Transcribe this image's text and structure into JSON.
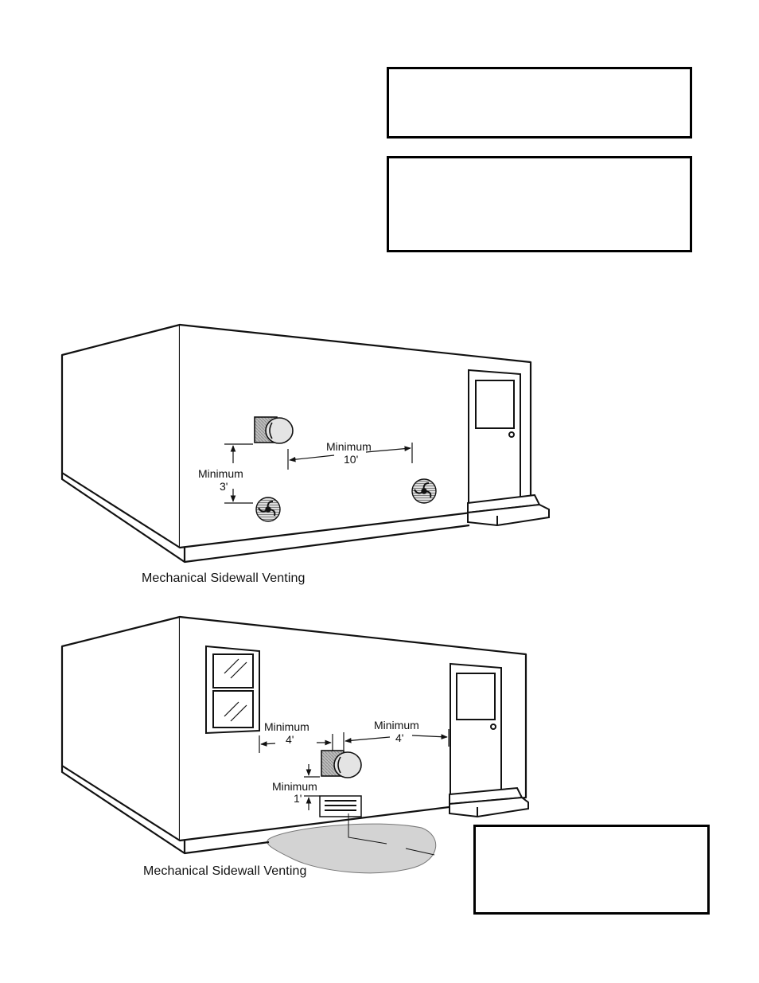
{
  "figure1": {
    "caption": "Mechanical Sidewall Venting",
    "dim_vertical": {
      "label": "Minimum",
      "value": "3'"
    },
    "dim_horizontal": {
      "label": "Minimum",
      "value": "10'"
    }
  },
  "figure2": {
    "caption": "Mechanical Sidewall Venting",
    "dim_window": {
      "label": "Minimum",
      "value": "4'"
    },
    "dim_door": {
      "label": "Minimum",
      "value": "4'"
    },
    "dim_vent": {
      "label": "Minimum",
      "value": "1'"
    }
  },
  "boxes": {
    "top_1": "",
    "top_2": "",
    "bottom": ""
  }
}
